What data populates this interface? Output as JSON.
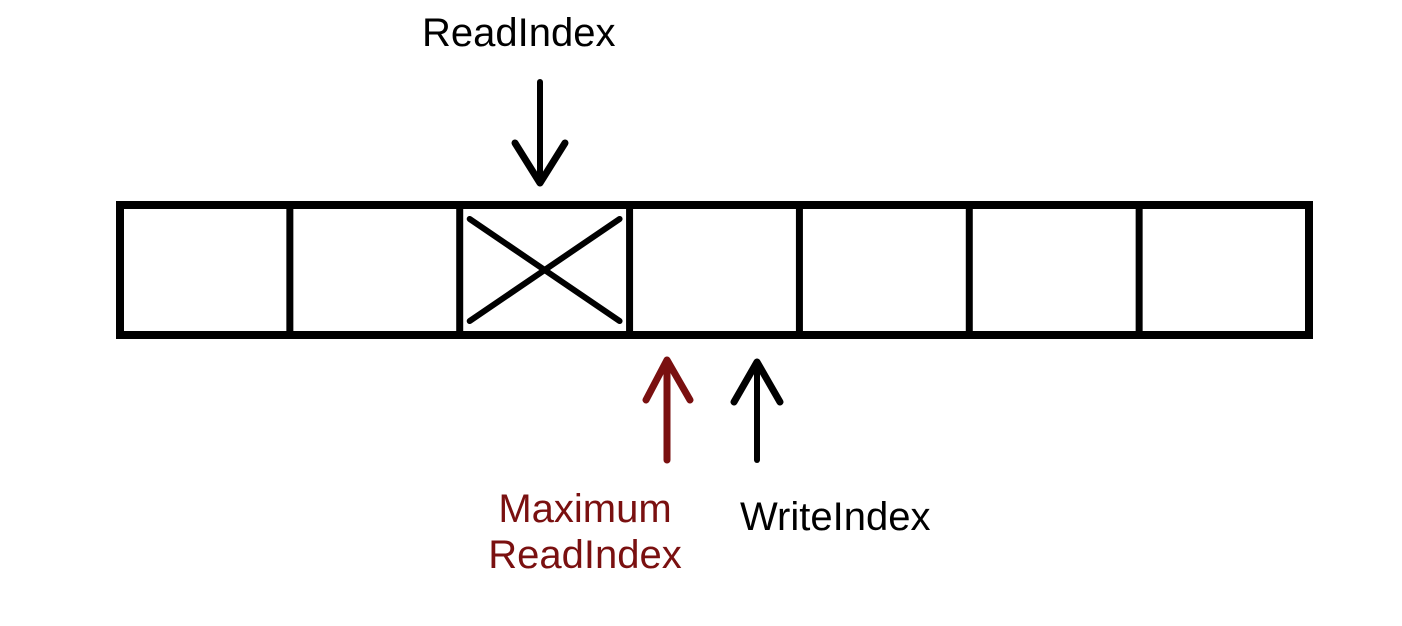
{
  "labels": {
    "read_index": "ReadIndex",
    "maximum_read_index_line1": "Maximum",
    "maximum_read_index_line2": "ReadIndex",
    "write_index": "WriteIndex"
  },
  "buffer": {
    "slot_count": 7,
    "consumed_slot_index": 2
  },
  "colors": {
    "outline": "#000000",
    "maximum_read_index": "#7a1010",
    "background": "#ffffff"
  }
}
